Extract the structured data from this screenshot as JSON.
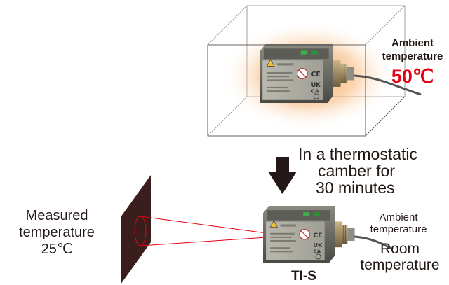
{
  "ambient_top": {
    "label_line1": "Ambient",
    "label_line2": "temperature",
    "value": "50℃"
  },
  "chamber_note": {
    "line1": "In a thermostatic",
    "line2": "camber for",
    "line3": "30 minutes"
  },
  "measured": {
    "line1": "Measured",
    "line2": "temperature",
    "value": "25℃"
  },
  "ambient_bottom": {
    "label_line1": "Ambient",
    "label_line2": "temperature",
    "value_line1": "Room",
    "value_line2": "temperature"
  },
  "device": {
    "model": "TI-S"
  },
  "colors": {
    "heat_glow": "#f39a3c",
    "hot_temperature": "#e60012",
    "laser_beam": "#e60012",
    "target_plate": "#3a1e1e",
    "arrow": "#231815"
  }
}
